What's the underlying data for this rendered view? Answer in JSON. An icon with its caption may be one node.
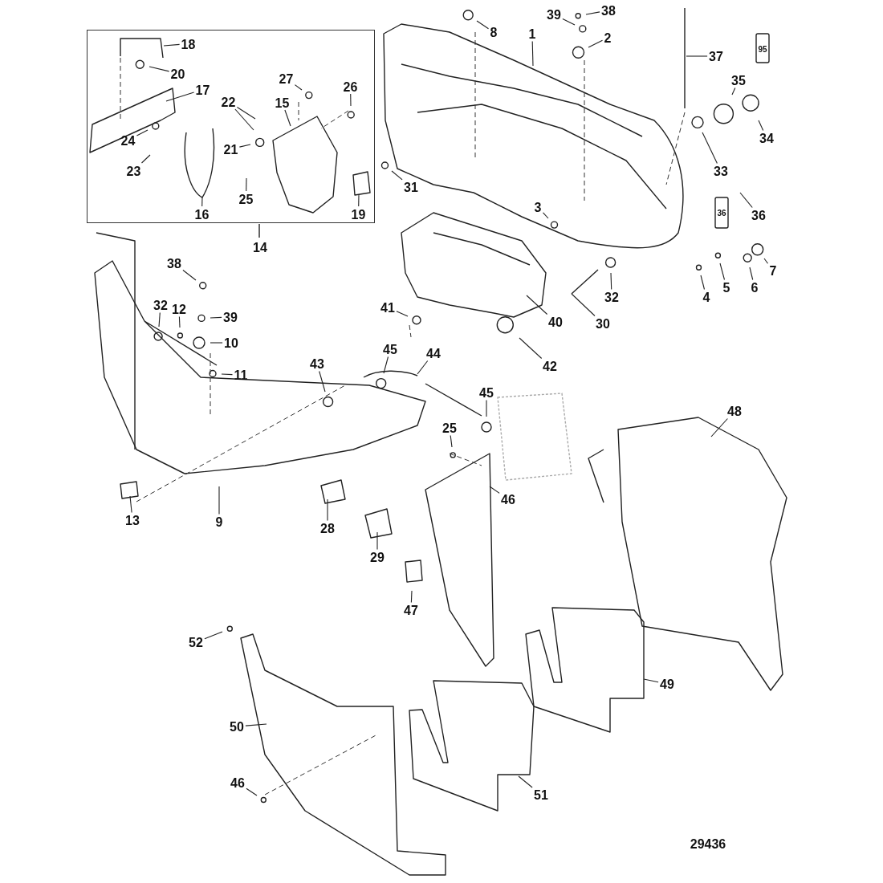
{
  "diagram": {
    "nodes": [
      {
        "text": [
          "14"
        ]
      },
      {
        "text": [
          "18"
        ],
        "in": 0
      },
      {
        "text": [
          "20"
        ],
        "in": 0
      },
      {
        "text": [
          "17"
        ],
        "in": 0
      },
      {
        "text": [
          "22"
        ],
        "in": 0
      },
      {
        "text": [
          "15"
        ],
        "in": 0
      },
      {
        "text": [
          "27"
        ],
        "in": 0
      },
      {
        "text": [
          "26"
        ],
        "in": 0
      },
      {
        "text": [
          "21"
        ],
        "in": 0
      },
      {
        "text": [
          "24"
        ],
        "in": 0
      },
      {
        "text": [
          "23"
        ],
        "in": 0
      },
      {
        "text": [
          "16"
        ],
        "in": 0
      },
      {
        "text": [
          "25"
        ],
        "in": 0
      },
      {
        "text": [
          "19"
        ],
        "in": 0
      },
      {
        "text": [
          "8"
        ]
      },
      {
        "text": [
          "39"
        ]
      },
      {
        "text": [
          "38"
        ]
      },
      {
        "text": [
          "1"
        ]
      },
      {
        "text": [
          "2"
        ]
      },
      {
        "text": [
          "37"
        ]
      },
      {
        "text": [
          "35"
        ]
      },
      {
        "text": [
          "34"
        ]
      },
      {
        "text": [
          "31"
        ]
      },
      {
        "text": [
          "33"
        ]
      },
      {
        "text": [
          "36"
        ]
      },
      {
        "text": [
          "3"
        ]
      },
      {
        "text": [
          "7"
        ]
      },
      {
        "text": [
          "4"
        ]
      },
      {
        "text": [
          "5"
        ]
      },
      {
        "text": [
          "6"
        ]
      },
      {
        "text": [
          "32"
        ]
      },
      {
        "text": [
          "30"
        ]
      },
      {
        "text": [
          "40"
        ]
      },
      {
        "text": [
          "41"
        ]
      },
      {
        "text": [
          "38"
        ]
      },
      {
        "text": [
          "32"
        ]
      },
      {
        "text": [
          "12"
        ]
      },
      {
        "text": [
          "39"
        ]
      },
      {
        "text": [
          "10"
        ]
      },
      {
        "text": [
          "11"
        ]
      },
      {
        "text": [
          "43"
        ]
      },
      {
        "text": [
          "45"
        ]
      },
      {
        "text": [
          "44"
        ]
      },
      {
        "text": [
          "42"
        ]
      },
      {
        "text": [
          "45"
        ]
      },
      {
        "text": [
          "25"
        ]
      },
      {
        "text": [
          "48"
        ]
      },
      {
        "text": [
          "46"
        ]
      },
      {
        "text": [
          "13"
        ]
      },
      {
        "text": [
          "9"
        ]
      },
      {
        "text": [
          "28"
        ]
      },
      {
        "text": [
          "29"
        ]
      },
      {
        "text": [
          "47"
        ]
      },
      {
        "text": [
          "52"
        ]
      },
      {
        "text": [
          "49"
        ]
      },
      {
        "text": [
          "50"
        ]
      },
      {
        "text": [
          "51"
        ]
      },
      {
        "text": [
          "46"
        ]
      }
    ],
    "edges": [
      {
        "from": 1,
        "to": null,
        "arrow": "none"
      },
      {
        "from": 2,
        "to": null,
        "arrow": "none"
      },
      {
        "from": 3,
        "to": null,
        "arrow": "none"
      },
      {
        "from": 4,
        "to": null,
        "arrow": "none"
      },
      {
        "from": 4,
        "to": null,
        "arrow": "none"
      },
      {
        "from": 5,
        "to": null,
        "arrow": "none"
      },
      {
        "from": 6,
        "to": null,
        "arrow": "none"
      },
      {
        "from": 7,
        "to": null,
        "arrow": "none"
      },
      {
        "from": 8,
        "to": null,
        "arrow": "none"
      },
      {
        "from": 9,
        "to": null,
        "arrow": "none"
      },
      {
        "from": 10,
        "to": null,
        "arrow": "none"
      },
      {
        "from": 11,
        "to": null,
        "arrow": "none"
      },
      {
        "from": 12,
        "to": null,
        "arrow": "none"
      },
      {
        "from": 13,
        "to": null,
        "arrow": "none"
      },
      {
        "from": 14,
        "to": null,
        "arrow": "none"
      },
      {
        "from": 15,
        "to": null,
        "arrow": "none"
      },
      {
        "from": 16,
        "to": null,
        "arrow": "none"
      },
      {
        "from": 17,
        "to": null,
        "arrow": "none"
      },
      {
        "from": 18,
        "to": null,
        "arrow": "none"
      },
      {
        "from": 19,
        "to": null,
        "arrow": "none"
      },
      {
        "from": 20,
        "to": null,
        "arrow": "none"
      },
      {
        "from": 21,
        "to": null,
        "arrow": "none"
      },
      {
        "from": 22,
        "to": null,
        "arrow": "none"
      },
      {
        "from": 23,
        "to": null,
        "arrow": "none"
      },
      {
        "from": 24,
        "to": null,
        "arrow": "none"
      },
      {
        "from": 25,
        "to": null,
        "arrow": "none"
      },
      {
        "from": 26,
        "to": null,
        "arrow": "none"
      },
      {
        "from": 27,
        "to": null,
        "arrow": "none"
      },
      {
        "from": 28,
        "to": null,
        "arrow": "none"
      },
      {
        "from": 29,
        "to": null,
        "arrow": "none"
      },
      {
        "from": 30,
        "to": null,
        "arrow": "none"
      },
      {
        "from": 31,
        "to": null,
        "arrow": "none"
      },
      {
        "from": 32,
        "to": null,
        "arrow": "none"
      },
      {
        "from": 33,
        "to": null,
        "arrow": "none"
      },
      {
        "from": 34,
        "to": null,
        "arrow": "none"
      },
      {
        "from": 35,
        "to": null,
        "arrow": "none"
      },
      {
        "from": 36,
        "to": null,
        "arrow": "none"
      },
      {
        "from": 37,
        "to": null,
        "arrow": "none"
      },
      {
        "from": 38,
        "to": null,
        "arrow": "none"
      },
      {
        "from": 39,
        "to": null,
        "arrow": "none"
      },
      {
        "from": 40,
        "to": null,
        "arrow": "none"
      },
      {
        "from": 41,
        "to": null,
        "arrow": "none"
      },
      {
        "from": 42,
        "to": null,
        "arrow": "none"
      },
      {
        "from": 43,
        "to": null,
        "arrow": "none"
      },
      {
        "from": 44,
        "to": null,
        "arrow": "none"
      },
      {
        "from": 45,
        "to": null,
        "arrow": "none"
      },
      {
        "from": 46,
        "to": null,
        "arrow": "none"
      },
      {
        "from": 47,
        "to": null,
        "arrow": "none"
      },
      {
        "from": 48,
        "to": null,
        "arrow": "none"
      },
      {
        "from": 49,
        "to": null,
        "arrow": "none"
      },
      {
        "from": 50,
        "to": null,
        "arrow": "none"
      },
      {
        "from": 51,
        "to": null,
        "arrow": "none"
      },
      {
        "from": 52,
        "to": null,
        "arrow": "none"
      },
      {
        "from": 53,
        "to": null,
        "arrow": "none"
      },
      {
        "from": 54,
        "to": null,
        "arrow": "none"
      },
      {
        "from": 55,
        "to": null,
        "arrow": "none"
      },
      {
        "from": 56,
        "to": null,
        "arrow": "none"
      },
      {
        "from": 57,
        "to": null,
        "arrow": "none"
      }
    ],
    "labels": [
      "95",
      "36",
      "29436"
    ]
  }
}
